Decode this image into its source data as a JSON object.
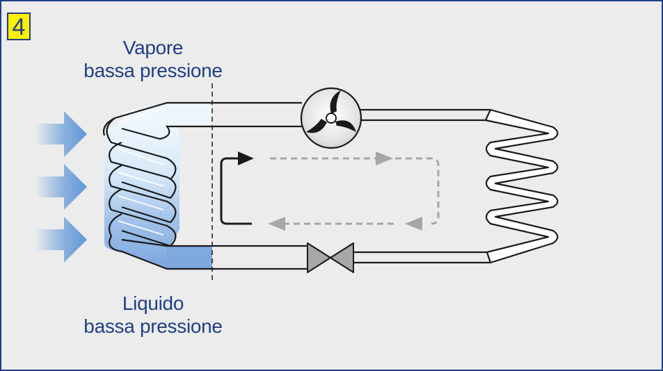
{
  "step": {
    "number": "4"
  },
  "labels": {
    "top_line1": "Vapore",
    "top_line2": "bassa pressione",
    "bottom_line1": "Liquido",
    "bottom_line2": "bassa pressione"
  },
  "colors": {
    "frame": "#1f3f85",
    "badge": "#ffef00",
    "text": "#1f3f85",
    "coil_light": "#eef6fd",
    "coil_dark": "#7fa8de",
    "air_arrow": "#6a9ed8",
    "flow_dashed": "#a6a6a6",
    "valve": "#b4b4b4"
  },
  "icons": [
    "fan-icon",
    "expansion-valve-icon",
    "air-inflow-arrow-icon"
  ]
}
